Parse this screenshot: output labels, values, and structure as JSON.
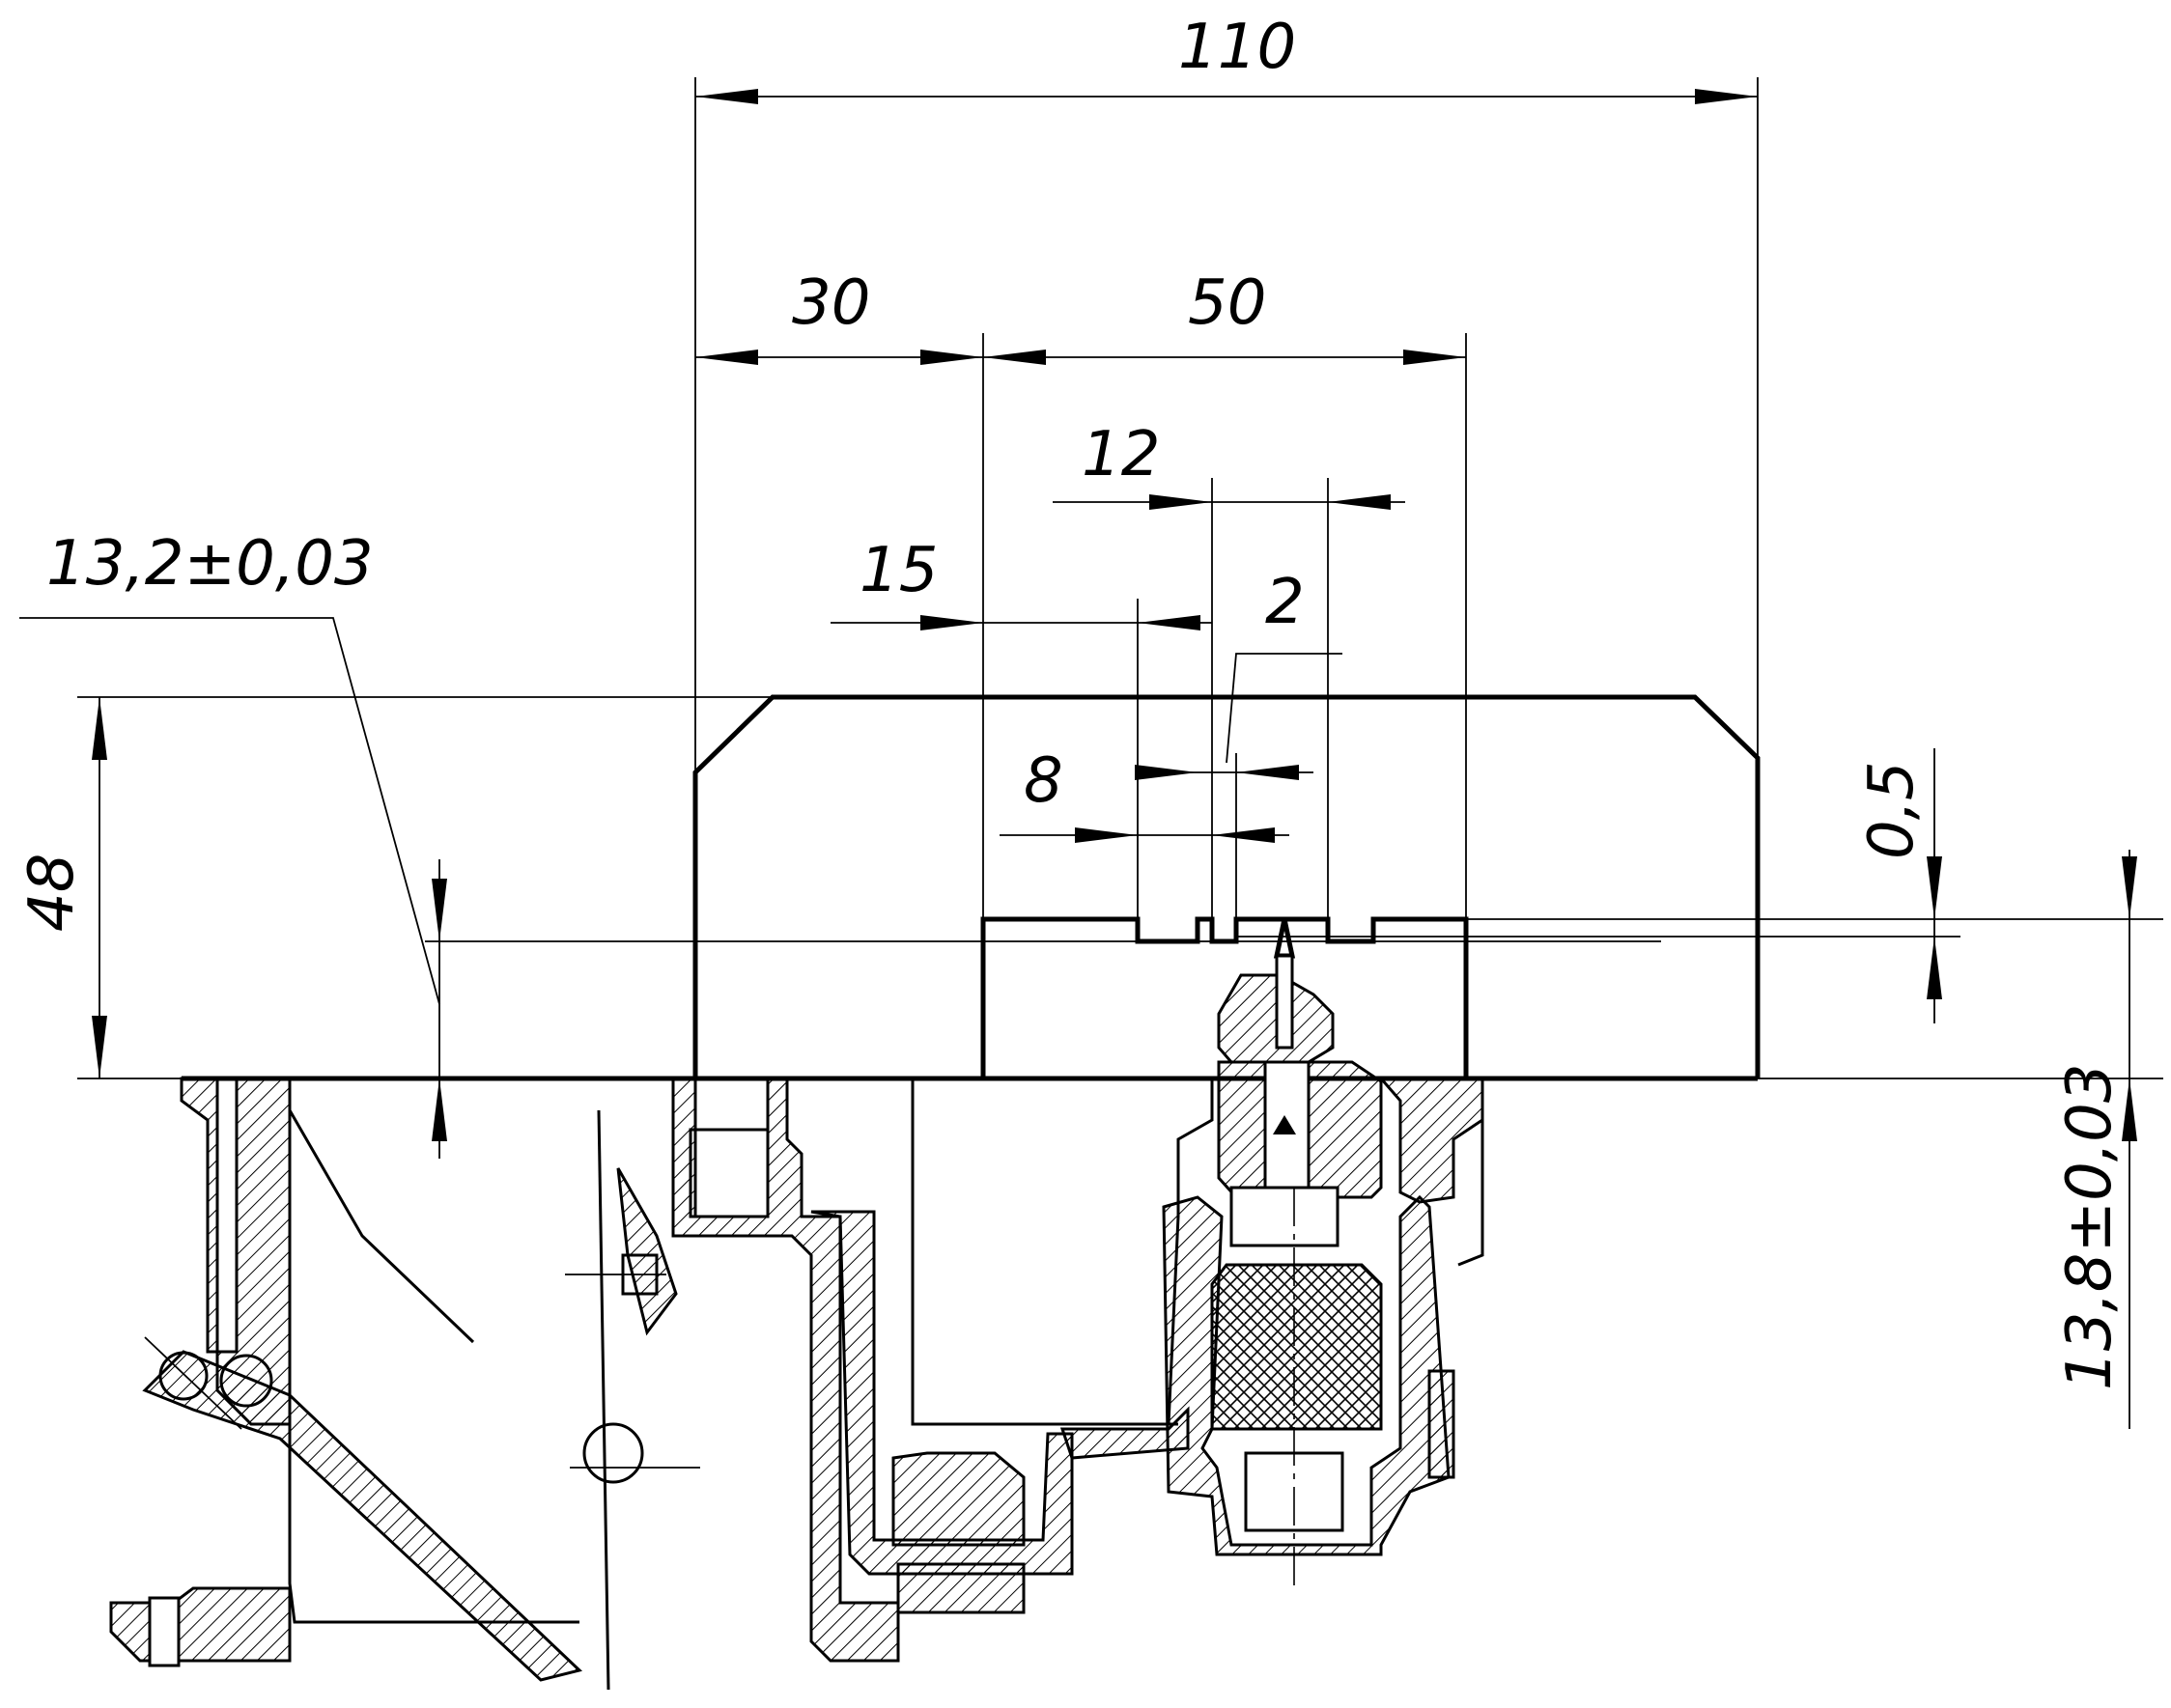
{
  "dimensions": {
    "overall_width": "110",
    "left_offset": "30",
    "block_width": "50",
    "spacing_12": "12",
    "offset_15": "15",
    "gap_2": "2",
    "offset_8": "8",
    "tolerance_left": "13,2±0,03",
    "height": "48",
    "step": "0,5",
    "tolerance_right": "13,8±0,03"
  }
}
